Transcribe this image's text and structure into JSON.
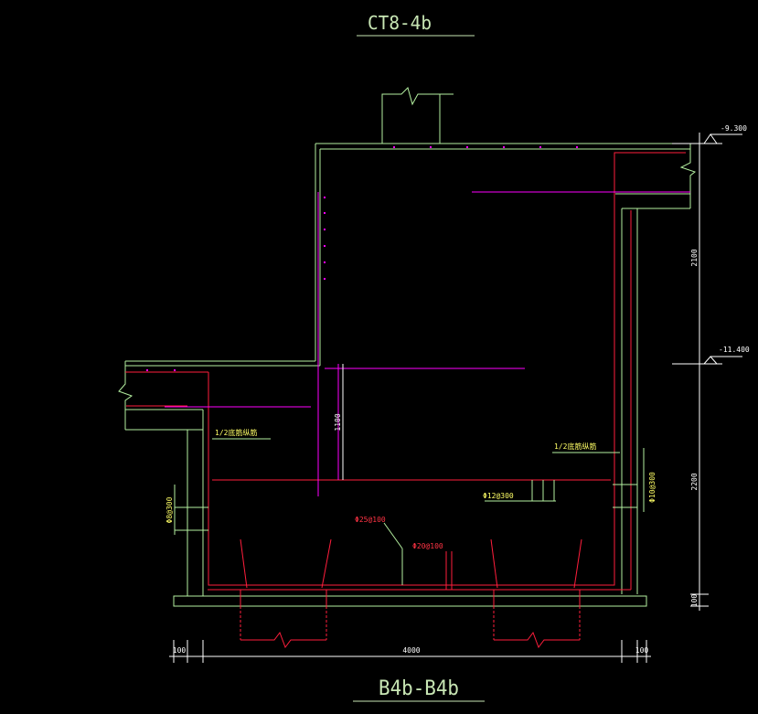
{
  "drawing": {
    "top_title": "CT8-4b",
    "bottom_title": "B4b-B4b"
  },
  "elevations": {
    "top": "-9.300",
    "middle": "-11.400"
  },
  "dimensions": {
    "upper_height": "2100",
    "lower_height": "2200",
    "base_thickness": "100",
    "inner_height": "1100",
    "total_width": "4000",
    "left_offset": "100",
    "right_offset": "100"
  },
  "annotations": {
    "left_half_rebar": "1/2底筋纵筋",
    "right_half_rebar": "1/2底筋纵筋",
    "left_wall_stirrup": "Φ8@300",
    "right_wall_stirrup": "Φ10@300",
    "mid_rebar": "Φ12@300",
    "bottom_rebar_a": "Φ25@100",
    "bottom_rebar_b": "Φ20@100"
  },
  "colors": {
    "concrete_outline": "#b4f0a0",
    "rebar_red": "#ff1e3c",
    "rebar_magenta": "#ff00ff",
    "dimension_white": "#ffffff",
    "text_yellow": "#ffff66"
  }
}
